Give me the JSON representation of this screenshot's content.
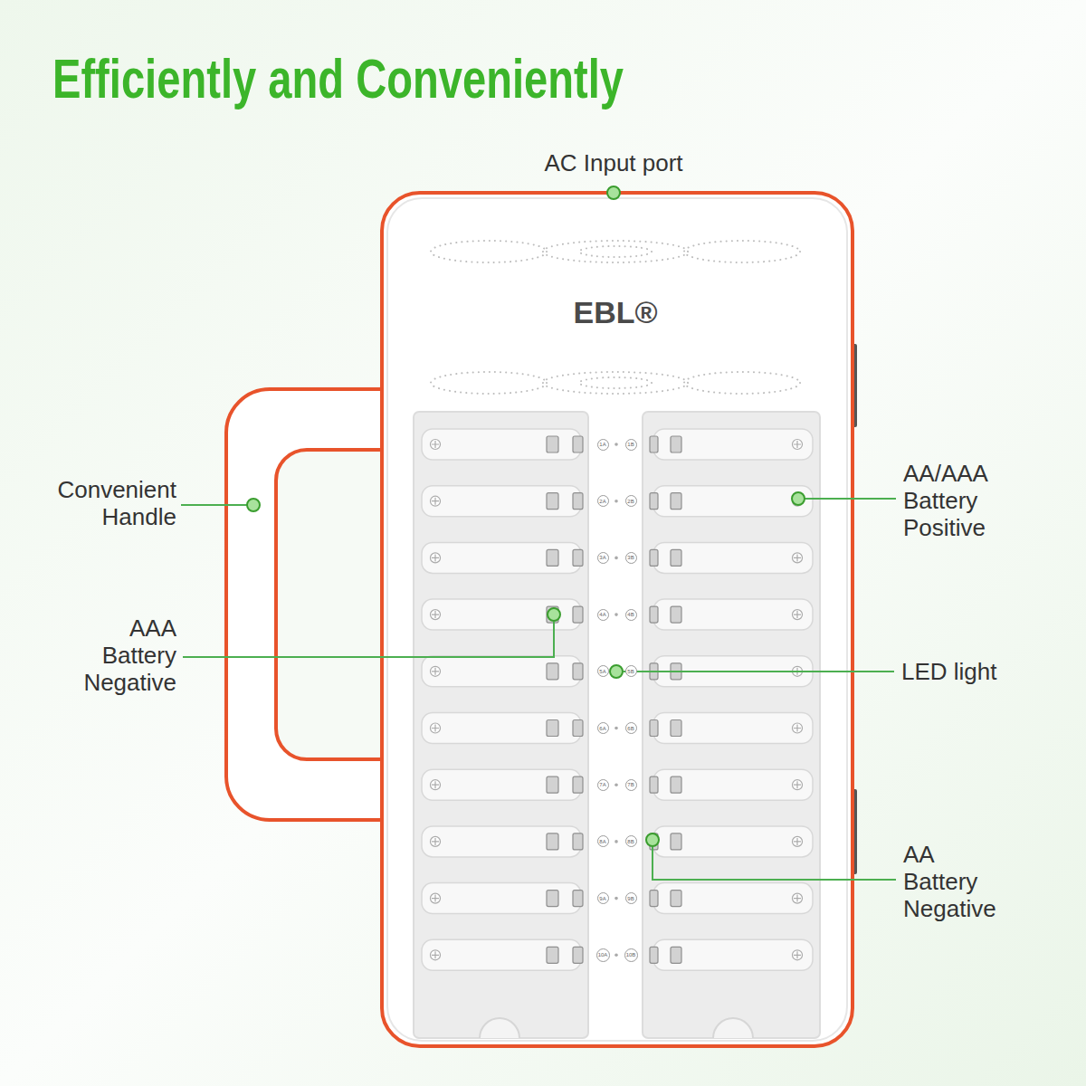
{
  "diagram": {
    "title": "Efficiently and Conveniently",
    "nodes": [
      {
        "text": [
          "1A"
        ]
      },
      {
        "text": [
          "1B"
        ]
      },
      {
        "text": [
          "2A"
        ]
      },
      {
        "text": [
          "2B"
        ]
      },
      {
        "text": [
          "3A"
        ]
      },
      {
        "text": [
          "3B"
        ]
      },
      {
        "text": [
          "4A"
        ]
      },
      {
        "text": [
          "4B"
        ]
      },
      {
        "text": [
          "5A"
        ]
      },
      {
        "text": [
          "5B"
        ]
      },
      {
        "text": [
          "6A"
        ]
      },
      {
        "text": [
          "6B"
        ]
      },
      {
        "text": [
          "7A"
        ]
      },
      {
        "text": [
          "7B"
        ]
      },
      {
        "text": [
          "8A"
        ]
      },
      {
        "text": [
          "8B"
        ]
      },
      {
        "text": [
          "9A"
        ]
      },
      {
        "text": [
          "9B"
        ]
      },
      {
        "text": [
          "10A"
        ]
      },
      {
        "text": [
          "10B"
        ]
      }
    ],
    "labels": [
      "AC Input port",
      "EBL®",
      "Convenient Handle",
      "AA/AAA Battery Positive",
      "AAA Battery Negative",
      "LED light",
      "AA Battery Negative"
    ]
  }
}
